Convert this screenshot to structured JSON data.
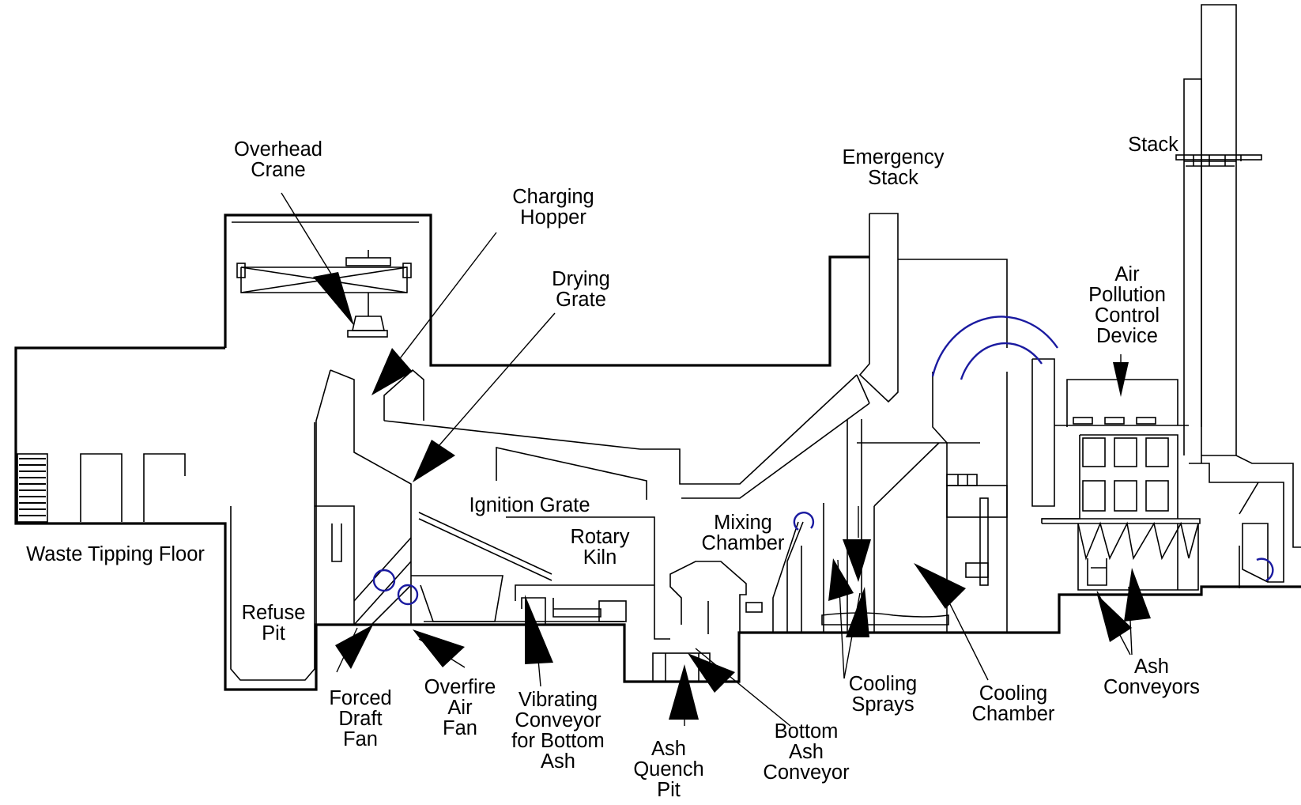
{
  "colors": {
    "line": "#000000",
    "accent": "#1a1aa0",
    "background": "#ffffff"
  },
  "labels": {
    "overhead_crane": [
      "Overhead",
      "Crane"
    ],
    "charging_hopper": [
      "Charging",
      "Hopper"
    ],
    "drying_grate": [
      "Drying",
      "Grate"
    ],
    "emergency_stack": [
      "Emergency",
      "Stack"
    ],
    "stack": [
      "Stack"
    ],
    "air_pollution_control_device": [
      "Air",
      "Pollution",
      "Control",
      "Device"
    ],
    "ignition_grate": [
      "Ignition Grate"
    ],
    "rotary_kiln": [
      "Rotary",
      "Kiln"
    ],
    "mixing_chamber": [
      "Mixing",
      "Chamber"
    ],
    "waste_tipping_floor": [
      "Waste Tipping Floor"
    ],
    "refuse_pit": [
      "Refuse",
      "Pit"
    ],
    "forced_draft_fan": [
      "Forced",
      "Draft",
      "Fan"
    ],
    "overfire_air_fan": [
      "Overfire",
      "Air",
      "Fan"
    ],
    "vibrating_conveyor": [
      "Vibrating",
      "Conveyor",
      "for Bottom",
      "Ash"
    ],
    "ash_quench_pit": [
      "Ash",
      "Quench",
      "Pit"
    ],
    "bottom_ash_conveyor": [
      "Bottom",
      "Ash",
      "Conveyor"
    ],
    "cooling_sprays": [
      "Cooling",
      "Sprays"
    ],
    "cooling_chamber": [
      "Cooling",
      "Chamber"
    ],
    "ash_conveyors": [
      "Ash",
      "Conveyors"
    ]
  }
}
